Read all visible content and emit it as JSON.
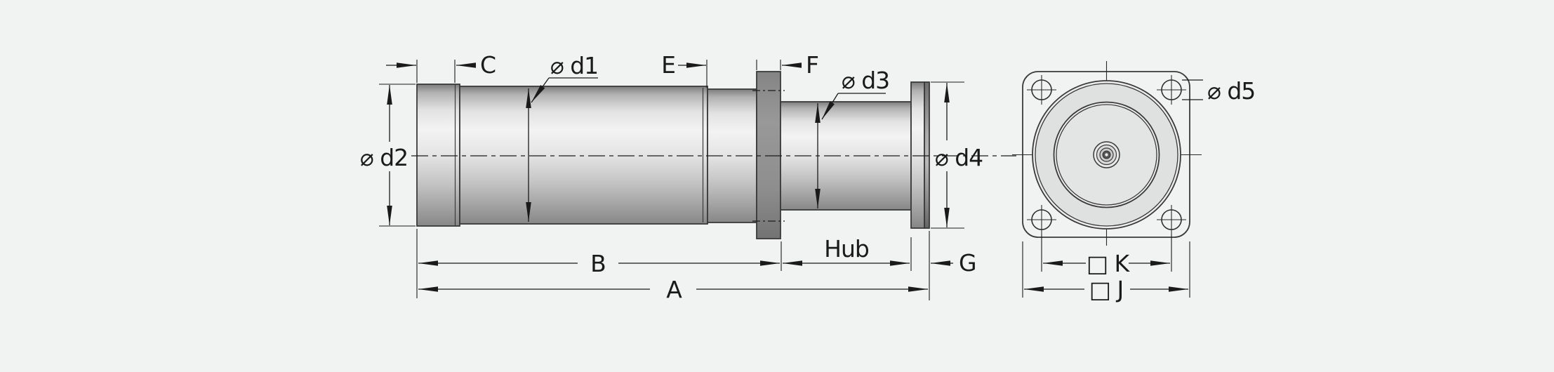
{
  "drawing": {
    "type": "engineering-drawing-2-views-cylinder-with-flange",
    "side_view": {
      "labels": {
        "c": "C",
        "d1": "⌀ d1",
        "d2": "⌀ d2",
        "e": "E",
        "f": "F",
        "d3": "⌀ d3",
        "d4": "⌀ d4",
        "b": "B",
        "hub": "Hub",
        "a": "A",
        "g": "G"
      }
    },
    "front_view": {
      "labels": {
        "d5": "⌀ d5",
        "k": "□ K",
        "j": "□ J"
      }
    }
  },
  "colors": {
    "background": "#f1f2f2",
    "line": "#3a3a3a",
    "dimension_line": "#1a1a1a",
    "metal_highlight": "#f3f3f3",
    "metal_shadow": "#8b8b8b",
    "mid_flange_gray": "#909193",
    "face_annulus": "#dfe0e0",
    "face_disk": "#e3e4e4",
    "plate_fill": "#f1f2f2"
  }
}
